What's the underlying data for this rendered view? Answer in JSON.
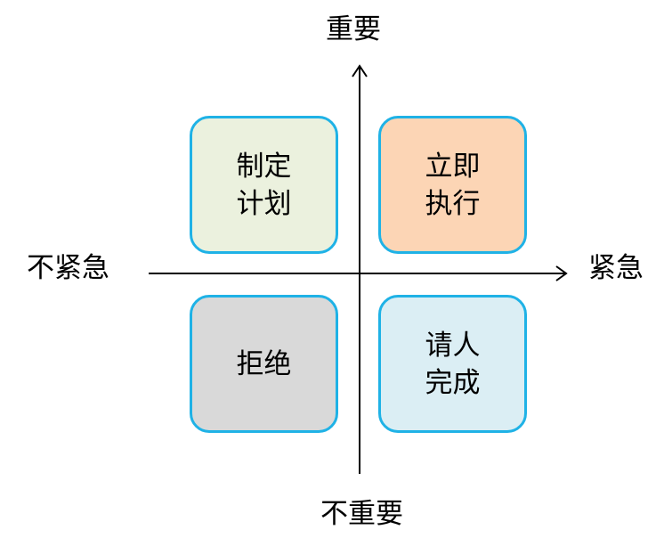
{
  "axes": {
    "top": "重要",
    "bottom": "不重要",
    "left": "不紧急",
    "right": "紧急"
  },
  "quadrants": {
    "top_left": {
      "lines": [
        "制定",
        "计划"
      ],
      "color": "#ebf1de"
    },
    "top_right": {
      "lines": [
        "立即",
        "执行"
      ],
      "color": "#fcd5b5"
    },
    "bottom_left": {
      "lines": [
        "拒绝"
      ],
      "color": "#d9d9d9"
    },
    "bottom_right": {
      "lines": [
        "请人",
        "完成"
      ],
      "color": "#dbeef4"
    }
  },
  "colors": {
    "box_border": "#1fb2e6",
    "axis": "#000000"
  }
}
